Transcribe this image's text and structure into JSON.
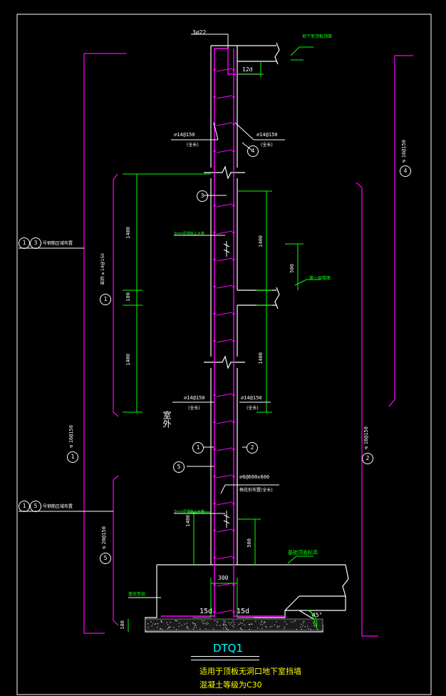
{
  "drawing": {
    "title": "DTQ1",
    "subtitle_line1": "适用于顶板无洞口地下室挡墙",
    "subtitle_line2": "混凝土等级为C30",
    "top_bar_label": "3⌀22",
    "top_cover": "12d",
    "top_level_label": "地下室顶板顶面",
    "mid_level_label": "第一层楼面",
    "foundation_top_label": "基础顶面标高",
    "outdoor_label": "室外",
    "left_upper_rebar_a": "⌀14@150",
    "left_upper_rebar_b": "(全长)",
    "right_upper_rebar_a": "⌀14@150",
    "right_upper_rebar_b": "(全长)",
    "left_lower_rebar_a": "⌀14@150",
    "left_lower_rebar_b": "(全长)",
    "right_lower_rebar_a": "⌀14@150",
    "right_lower_rebar_b": "(全长)",
    "tie_rebar_a": "⌀6@600x600",
    "tie_rebar_b": "梅花形布置(全长)",
    "waterstop_upper": "3mm厚钢板止水带",
    "waterstop_lower": "3mm厚钢板止水带",
    "bottom_left_note": "基底垫层",
    "dims": {
      "d1400_upper_left": "1400",
      "d100_left": "100",
      "d1400_lower_left": "1400",
      "d1400_upper_right": "1400",
      "d500_upper": "500",
      "d1400_lower_right": "1400",
      "d1400_bottom": "1400",
      "d500_bottom": "500",
      "d300": "300",
      "d15d_left": "15d",
      "d15d_right": "15d",
      "d100_slab": "100",
      "d45": "45°"
    },
    "left_callouts": {
      "callout_13_a": "1",
      "callout_13_b": "3",
      "callout_13_text": "号钢筋区域布置",
      "callout_15_a": "1",
      "callout_15_b": "5",
      "callout_15_text": "号钢筋区域布置",
      "inner_1_num": "1",
      "inner_1_text": "附加⌀14@150",
      "outer_1_num": "1",
      "outer_1_text": "⌀16@150",
      "inner_5_num": "5",
      "inner_5_text": "⌀20@150"
    },
    "right_callouts": {
      "r4_num": "4",
      "r4_text": "⌀16@150",
      "r2_num": "2",
      "r2_text": "⌀16@150"
    },
    "bubbles": {
      "b4": "4",
      "b3": "3",
      "b1": "1",
      "b2": "2",
      "b5": "5"
    },
    "colors": {
      "magenta": "#ff00ff",
      "green": "#00ff00",
      "white": "#ffffff",
      "cyan": "#00ffff",
      "yellow": "#ffff00",
      "border": "#ffffff",
      "concrete": "#bfbfbf"
    }
  }
}
